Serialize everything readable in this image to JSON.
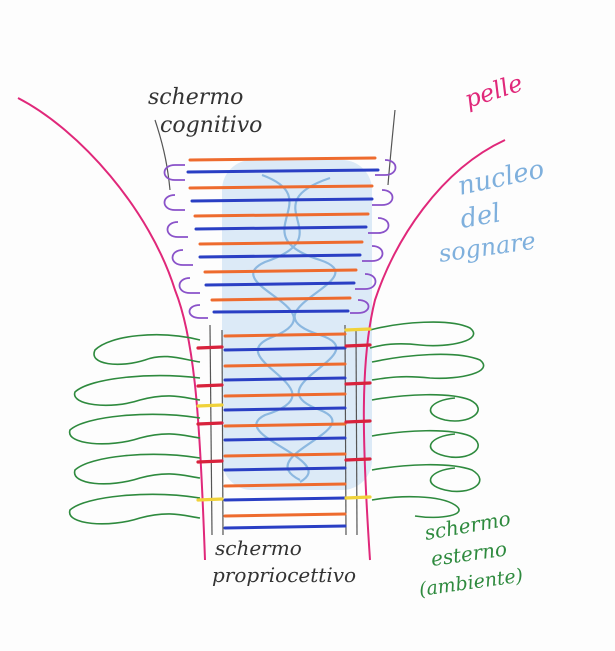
{
  "labels": {
    "skin": "pelle",
    "cognitive_line1": "schermo",
    "cognitive_line2": "cognitivo",
    "nucleus_line1": "nucleo",
    "nucleus_line2": "del",
    "nucleus_line3": "sognare",
    "proprio_line1": "schermo",
    "proprio_line2": "propriocettivo",
    "outer_line1": "schermo",
    "outer_line2": "esterno",
    "outer_line3": "(ambiente)"
  },
  "colors": {
    "skin": "#e0287a",
    "cognitive_loops": "#8a52c9",
    "outer_loops": "#2e8a3e",
    "nucleus": "#7fb0dd",
    "orange_band": "#ee6b2e",
    "blue_band": "#2a3fc4",
    "red_mark": "#d8223c",
    "yellow_mark": "#f0d23a",
    "ink": "#333333"
  }
}
